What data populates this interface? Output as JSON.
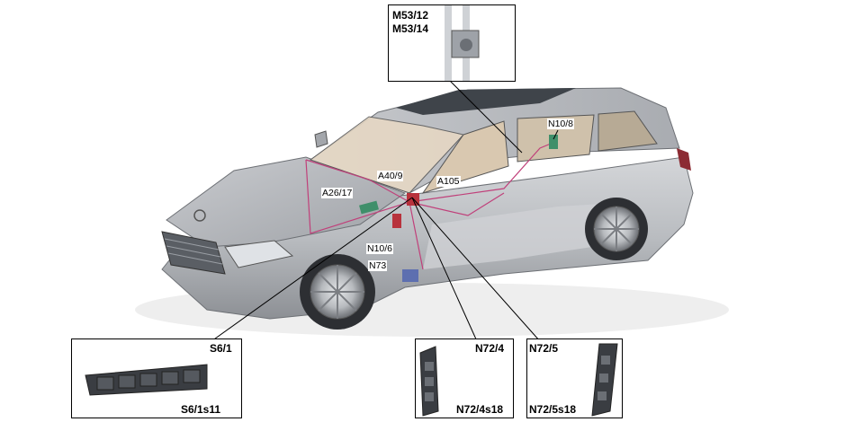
{
  "labels": {
    "m53_12": "M53/12",
    "m53_14": "M53/14",
    "n10_8": "N10/8",
    "a40_9": "A40/9",
    "a105": "A105",
    "a26_17": "A26/17",
    "n10_6": "N10/6",
    "n73": "N73",
    "s6_1": "S6/1",
    "s6_1s11": "S6/1s11",
    "n72_4": "N72/4",
    "n72_4s18": "N72/4s18",
    "n72_5": "N72/5",
    "n72_5s18": "N72/5s18"
  },
  "colors": {
    "body_paint": "#b9bcc0",
    "glass": "#5c6168",
    "interior": "#e8d9c4",
    "wiring": "#c0407a",
    "module_green": "#3f8f6a",
    "module_red": "#b8323c",
    "module_blue": "#5d6fb0"
  }
}
